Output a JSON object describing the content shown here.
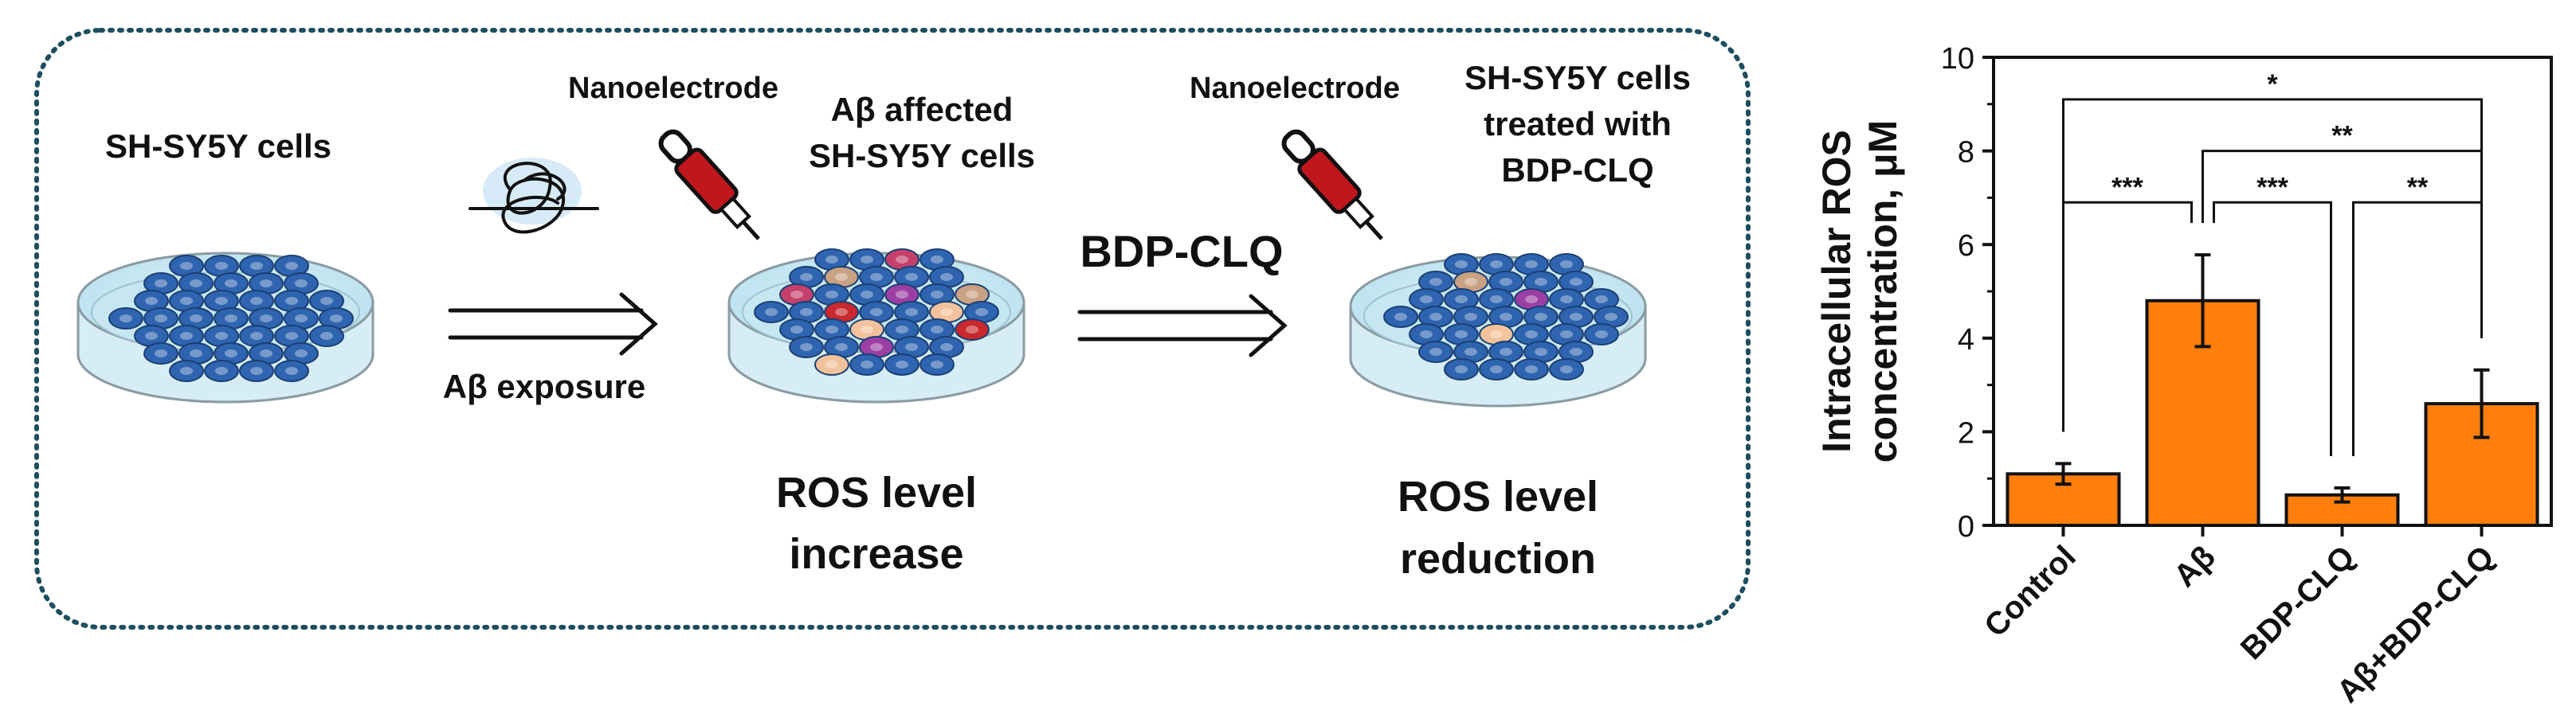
{
  "schematic": {
    "cells_label": "SH-SY5Y cells",
    "exposure_label": "Aβ exposure",
    "nanoelectrode_label": "Nanoelectrode",
    "affected_label_line1": "Aβ affected",
    "affected_label_line2": "SH-SY5Y cells",
    "increase_label_line1": "ROS level",
    "increase_label_line2": "increase",
    "treatment_label": "BDP-CLQ",
    "treated_label_line1": "SH-SY5Y cells",
    "treated_label_line2": "treated with",
    "treated_label_line3": "BDP-CLQ",
    "reduction_label_line1": "ROS level",
    "reduction_label_line2": "reduction"
  },
  "colors": {
    "bar": "#ff7f0e",
    "cell": "#2f64b0",
    "affected_pink": "#c4406b",
    "affected_red": "#c8282e",
    "affected_purple": "#9c3fa4",
    "affected_tan": "#c9a183",
    "affected_peach": "#f2c29c",
    "electrode_red": "#c0171d",
    "frame": "#1d4e5f"
  },
  "chart_data": {
    "type": "bar",
    "categories": [
      "Control",
      "Aβ",
      "BDP-CLQ",
      "Aβ+BDP-CLQ"
    ],
    "values": [
      1.1,
      4.8,
      0.65,
      2.6
    ],
    "errors": [
      0.22,
      0.98,
      0.15,
      0.72
    ],
    "ylabel_line1": "Intracellular ROS",
    "ylabel_line2": "concentration, μM",
    "ylim": [
      0,
      10
    ],
    "yticks": [
      "0",
      "2",
      "4",
      "6",
      "8",
      "10"
    ],
    "significance": [
      {
        "from": 0,
        "to": 1,
        "label": "***",
        "level": 6.9
      },
      {
        "from": 1,
        "to": 2,
        "label": "***",
        "level": 6.9
      },
      {
        "from": 2,
        "to": 3,
        "label": "**",
        "level": 6.9
      },
      {
        "from": 1,
        "to": 3,
        "label": "**",
        "level": 8.0
      },
      {
        "from": 0,
        "to": 3,
        "label": "*",
        "level": 9.1
      }
    ]
  }
}
